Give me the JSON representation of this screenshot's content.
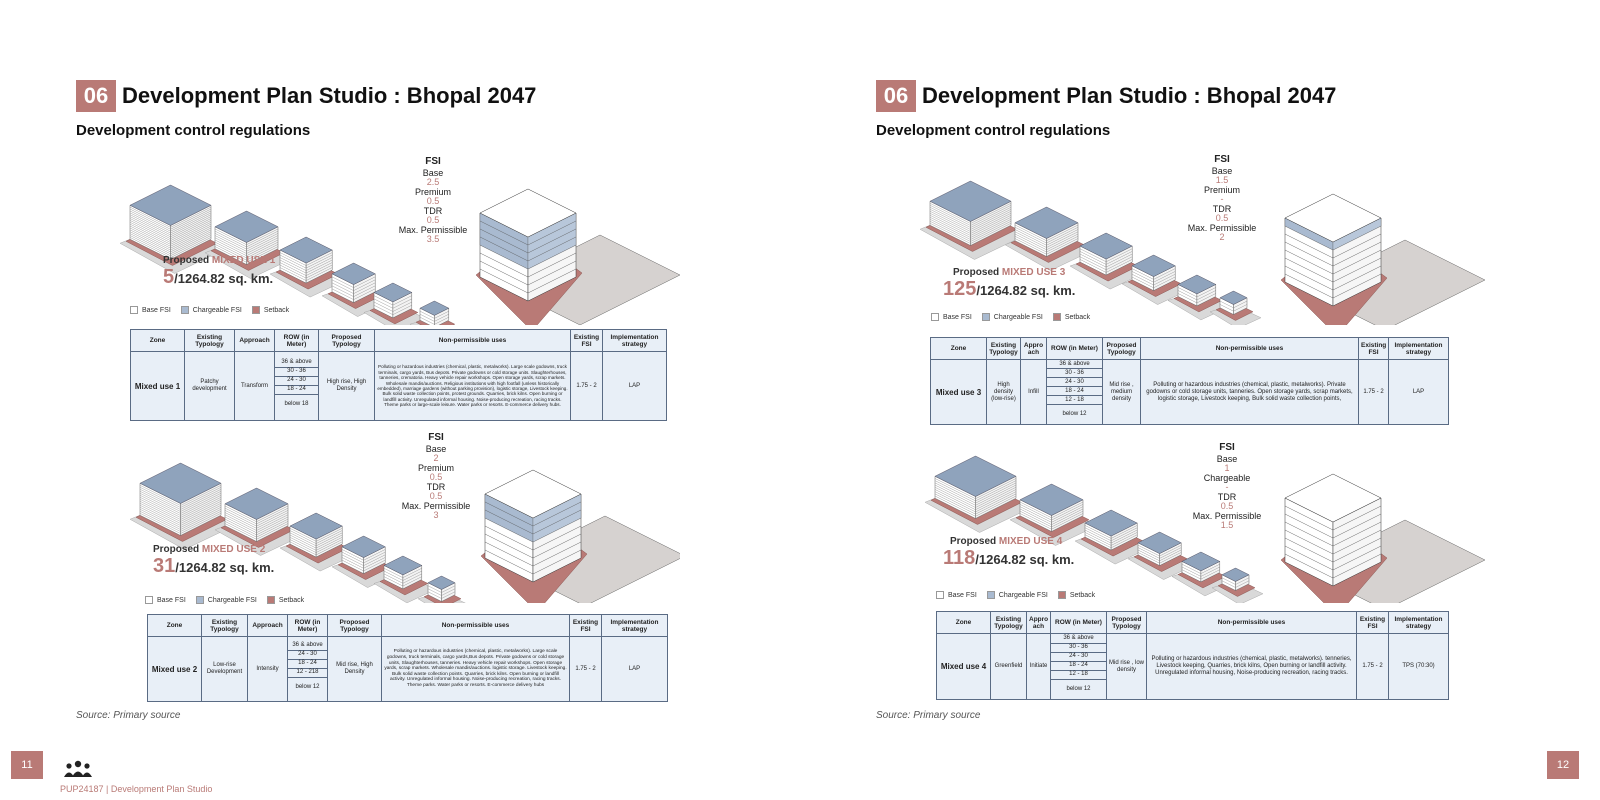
{
  "section_number": "06",
  "section_title": "Development Plan Studio : Bhopal 2047",
  "subtitle": "Development control regulations",
  "source": "Source: Primary source",
  "footer": "PUP24187 | Development Plan Studio",
  "page_left": "11",
  "page_right": "12",
  "legend": {
    "base": "Base FSI",
    "chargeable": "Chargeable FSI",
    "setback": "Setback"
  },
  "colors": {
    "accent": "#b97a76",
    "roof": "#8fa3bc",
    "table_bg": "#e8eff7"
  },
  "table_headers": {
    "zone": "Zone",
    "existing_typology": "Existing Typology",
    "approach": "Approach",
    "approach_short": "Appro ach",
    "row_full": "ROW (in Meter)",
    "row": "ROW (in Meter)",
    "proposed_typology": "Proposed Typology",
    "non_permissible": "Non-permissible uses",
    "existing_fsi": "Existing FSI",
    "implementation": "Implementation strategy"
  },
  "zones": {
    "mu1": {
      "proposed_label": "Proposed ",
      "proposed_name": "MIXED USE 1",
      "count": "5",
      "area": "/1264.82 sq. km.",
      "fsi": {
        "title": "FSI",
        "base_label": "Base",
        "base": "2.5",
        "l2": "Premium",
        "v2": "0.5",
        "l3": "TDR",
        "v3": "0.5",
        "l4": "Max. Permissible",
        "v4": "3.5"
      },
      "row": {
        "zone": "Mixed use 1",
        "existing": "Patchy development",
        "approach": "Transform",
        "rows": [
          "36 & above",
          "30 - 36",
          "24 - 30",
          "18 - 24",
          "below 18"
        ],
        "proposed": "High rise, High Density",
        "non_permissible": "Polluting or hazardous industries (chemical, plastic, metalworks). Large scale godowns, truck terminals, cargo yards, Bus depots. Private godowns or cold storage units. Slaughterhouses, tanneries, crematoria. Heavy vehicle repair workshops. Open storage yards, scrap markets. Wholesale mandis/auctions. Religious institutions with high footfall (unless historically embedded), marriage gardens (without parking provision), logistic storage, Livestock keeping. Bulk solid waste collection points, protest grounds. Quarries, brick kilns. Open burning or landfill activity. Unregulated informal housing. Noise-producing recreation, racing tracks. Theme parks or large-scale leisure. Water parks or resorts. E-commerce delivery hubs.",
        "fsi": "1.75 - 2",
        "impl": "LAP"
      }
    },
    "mu2": {
      "proposed_label": "Proposed ",
      "proposed_name": "MIXED USE 2",
      "count": "31",
      "area": "/1264.82 sq. km.",
      "fsi": {
        "title": "FSI",
        "base_label": "Base",
        "base": "2",
        "l2": "Premium",
        "v2": "0.5",
        "l3": "TDR",
        "v3": "0.5",
        "l4": "Max. Permissible",
        "v4": "3"
      },
      "row": {
        "zone": "Mixed use 2",
        "existing": "Low-rise Development",
        "approach": "Intensity",
        "rows": [
          "36 & above",
          "24 - 30",
          "18 - 24",
          "12 - 218",
          "below 12"
        ],
        "proposed": "Mid rise, High Density",
        "non_permissible": "Polluting or hazardous industries (chemical, plastic, metalworks). Large scale godowns, truck terminals, cargo yards,Bus depots. Private godowns or cold storage units, Slaughterhouses, tanneries. Heavy vehicle repair workshops. Open storage yards, scrap markets. Wholesale mandis/auctions. logistic storage. Livestock keeping. Bulk solid waste collection points. Quarries, brick kilns. Open burning or landfill activity. Unregulated informal housing. Noise-producing recreation, racing tracks. Theme parks. Water parks or resorts. E-commerce delivery hubs",
        "fsi": "1.75 - 2",
        "impl": "LAP"
      }
    },
    "mu3": {
      "proposed_label": "Proposed ",
      "proposed_name": "MIXED USE 3",
      "count": "125",
      "area": "/1264.82 sq. km.",
      "fsi": {
        "title": "FSI",
        "base_label": "Base",
        "base": "1.5",
        "l2": "Premium",
        "v2": "-",
        "l3": "TDR",
        "v3": "0.5",
        "l4": "Max. Permissible",
        "v4": "2"
      },
      "row": {
        "zone": "Mixed use 3",
        "existing": "High density (low-rise)",
        "approach": "Infill",
        "rows": [
          "36 & above",
          "30 - 36",
          "24 - 30",
          "18 - 24",
          "12 - 18",
          "below 12"
        ],
        "proposed": "Mid rise , medium density",
        "non_permissible": "Polluting or hazardous industries (chemical, plastic, metalworks). Private godowns or cold storage units, tanneries. Open storage yards, scrap markets, logistic storage, Livestock keeping, Bulk solid waste collection points,",
        "fsi": "1.75 - 2",
        "impl": "LAP"
      }
    },
    "mu4": {
      "proposed_label": "Proposed ",
      "proposed_name": "MIXED USE 4",
      "count": "118",
      "area": "/1264.82 sq. km.",
      "fsi": {
        "title": "FSI",
        "base_label": "Base",
        "base": "1",
        "l2": "Chargeable",
        "v2": "-",
        "l3": "TDR",
        "v3": "0.5",
        "l4": "Max. Permissible",
        "v4": "1.5"
      },
      "row": {
        "zone": "Mixed use 4",
        "existing": "Greenfield",
        "approach": "Initiate",
        "rows": [
          "36 & above",
          "30 - 36",
          "24 - 30",
          "18 - 24",
          "12 - 18",
          "below 12"
        ],
        "proposed": "Mid rise , low density",
        "non_permissible": "Polluting or hazardous industries (chemical, plastic, metalworks). tenneries, Livestock keeping, Quarries, brick kilns, Open burning or landfill activity. Unregulated informal housing, Noise-producing recreation, racing tracks.",
        "fsi": "1.75 - 2",
        "impl": "TPS (70:30)"
      }
    }
  }
}
